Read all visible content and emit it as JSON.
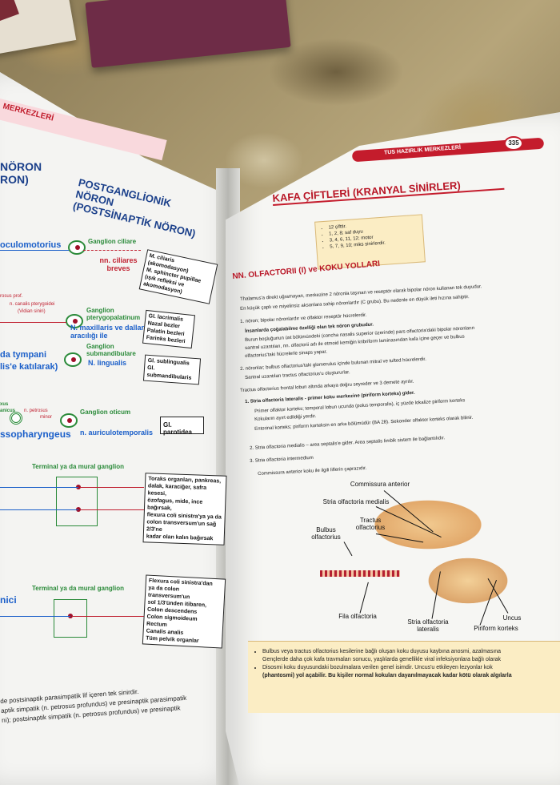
{
  "left_page": {
    "header": "MERKEZLERİ",
    "noron_heading": [
      "NÖRON",
      "RON)"
    ],
    "postganglionic_title": [
      "POSTGANGLİONİK NÖRON",
      "(POSTSİNAPTİK NÖRON)"
    ],
    "rows": [
      {
        "nerve": "oculomotorius",
        "ganglion": "Ganglion ciliare",
        "branch": "nn. ciliares breves",
        "targets": [
          "M. ciliaris (akomodasyon)",
          "M. sphincter pupillae",
          "(ışık refleksi ve akomodasyon)"
        ]
      },
      {
        "nerve": "N. maxillaris ve dalları aracılığı ile",
        "pre": [
          "rosus prof.",
          "n. canalis pterygoidei",
          "(Vidian siniri)"
        ],
        "ganglion": "Ganglion pterygopalatinum",
        "targets": [
          "Gl. lacrimalis",
          "Nazal bezler",
          "Palatin bezleri",
          "Farinks bezleri"
        ]
      },
      {
        "nerve": "da tympani",
        "nerve2": "lis'e katılarak)",
        "ganglion": "Ganglion submandibulare",
        "branch": "N. lingualis",
        "targets": [
          "Gl. sublingualis",
          "Gl. submandibularis"
        ]
      },
      {
        "nerve": "ssopharyngeus",
        "pre": [
          "xus",
          "anicus",
          "n. petrosus",
          "minor"
        ],
        "ganglion": "Ganglion oticum",
        "branch": "n. auriculotemporalis",
        "targets": [
          "Gl. parotidea"
        ]
      },
      {
        "ganglion": "Terminal ya da mural ganglion",
        "targets": [
          "Toraks organları, pankreas,",
          "dalak, karaciğer, safra kesesi,",
          "özofagus, mide, ince bağırsak,",
          "flexura coli sinistra'ya ya da",
          "colon transversum'un sağ 2/3'ne",
          "kadar olan kalın bağırsak"
        ]
      },
      {
        "nerve": "nici",
        "ganglion": "Terminal ya da mural ganglion",
        "targets": [
          "Flexura coli sinistra'dan",
          "ya da colon transversum'un",
          "sol 1/3'ünden itibaren,",
          "Colon descendens",
          "Colon sigmoideum",
          "Rectum",
          "Canalis analis",
          "Tüm pelvik organlar"
        ]
      }
    ],
    "bottom_lines": [
      "de postsinaptik parasimpatik lif içeren tek sinirdir.",
      "aptik simpatik (n. petrosus profundus) ve presinaptik parasimpatik",
      "rıi); postsinaptik simpatik (n. petrosus profundus) ve presinaptik"
    ]
  },
  "right_page": {
    "header": "TUS HAZIRLIK MERKEZLERİ",
    "page_number": "335",
    "title": "KAFA ÇİFTLERİ (KRANYAL SİNİRLER)",
    "summary": [
      "12 çifttir.",
      "1, 2, 8; saf duyu",
      "3, 4, 6, 11, 12; motor",
      "5, 7, 9, 10; miks sinirlerdir."
    ],
    "section_title": "NN. OLFACTORII (I) ve KOKU YOLLARI",
    "paragraphs": [
      "Thalamus'a direkt uğramayan, merkezine 2 nöronla taşınan ve reseptör olarak bipolar nöron kullanan tek duyudur.",
      "En küçük çaplı ve miyelinsiz aksonlara sahip nöronlardır (C grubu). Bu nedenle en düşük ileti hızına sahiptir.",
      "1. nöron; bipolar nöronlardır ve olfaktor reseptör hücrelerdir.",
      "İnsanlarda çoğalabilme özelliği olan tek nöron grubudur.",
      "Burun boşluğunun üst bölümündeki (concha nasalis superior üzerinde) pars olfactoria'daki bipolar nöronların",
      "santral uzantıları, nn. olfactorii adı ile etmoid kemiğin kribriform laminasından kafa içine geçer ve bulbus",
      "olfactorius'taki hücrelerle sinaps yapar.",
      "2. nöronlar; bulbus olfactorius'taki glomerulus içinde bulunan mitral ve tufted hücrelerdir.",
      "Santral uzantıları tractus olfactorius'u oluştururlar.",
      "Tractus olfactorius frontal lobun altında arkaya doğru seyreder ve 3 demete ayrılır.",
      "1. Stria olfactoria lateralis - primer koku merkezine (piriform korteks) gider.",
      "Primer olfaktor korteks; temporal lobun ucunda (polus temporalis), iç yüzde lokalize piriform korteks",
      "Kokuların ayırt edildiği yerdir.",
      "Entorinal korteks; piriform korteksin en arka bölümüdür (BA 28). Sekonder olfaktor korteks olarak bilinir.",
      "2. Stria olfactoria medialis – area septalis'e gider. Area septalis limbik sistem ile bağlantılıdır.",
      "3. Stria olfactoria intermedium",
      "Commissura anterior koku ile ilgili liflerin çaprazıdır."
    ],
    "figure_labels": [
      "Commissura anterior",
      "Stria olfactoria medialis",
      "Tractus olfactorius",
      "Bulbus olfactorius",
      "Fila olfactoria",
      "Stria olfactoria lateralis",
      "Piriform korteks",
      "Uncus"
    ],
    "notes": [
      "Bulbus veya tractus olfactorius kesilerine bağlı oluşan koku duyusu kaybına anosmi, azalmasına",
      "Gençlerde daha çok kafa travmaları sonucu, yaşlılarda genellikle viral infeksiyonlara bağlı olarak",
      "Disosmi koku duyusundaki bozulmalara verilen genel isimdir. Uncus'u etkileyen lezyonlar kok",
      "(phantosmi) yol açabilir. Bu kişiler normal kokuları dayanılmayacak kadar kötü olarak algılarla"
    ]
  },
  "colors": {
    "red": "#c41c2c",
    "blue": "#1b5fc9",
    "green": "#2a8a39",
    "note_bg": "#fbedc4"
  }
}
